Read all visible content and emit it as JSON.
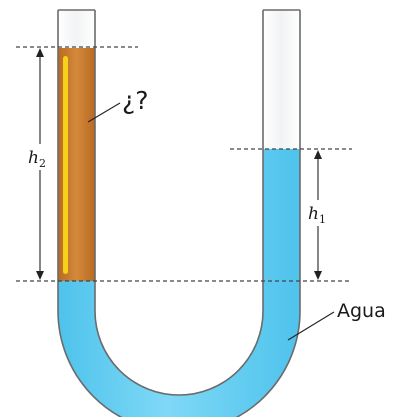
{
  "diagram": {
    "labels": {
      "unknown_liquid": "¿?",
      "water": "Agua",
      "h2_var": "h",
      "h2_sub": "2",
      "h1_var": "h",
      "h1_sub": "1"
    },
    "colors": {
      "water": "#5ccbf0",
      "unknown_liquid": "#c97a2a",
      "highlight": "#f6d21a",
      "tube_outline": "#6b6b6b",
      "guide_lines": "#444444"
    }
  }
}
